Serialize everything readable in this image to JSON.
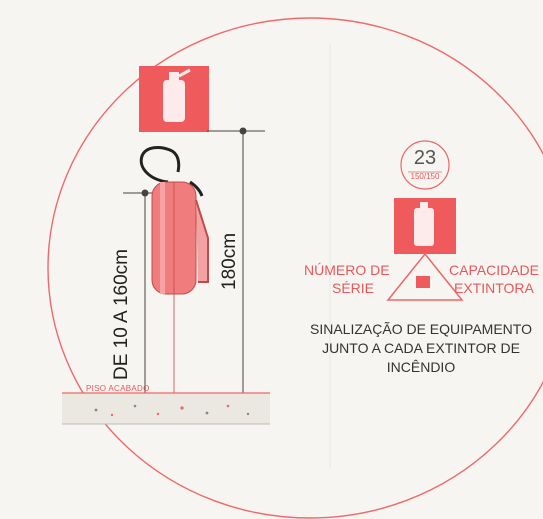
{
  "height_range_label": "DE 10 A 160cm",
  "total_height_label": "180cm",
  "floor_label": "PISO ACABADO",
  "sign": {
    "number": "23",
    "fraction": "150/150",
    "left_label_line1": "NÚMERO DE",
    "left_label_line2": "SÉRIE",
    "right_label_line1": "CAPACIDADE",
    "right_label_line2": "EXTINTORA",
    "note_line1": "SINALIZAÇÃO DE EQUIPAMENTO",
    "note_line2": "JUNTO A CADA EXTINTOR DE",
    "note_line3": "INCÊNDIO"
  },
  "colors": {
    "red": "#e8585a",
    "sign_red": "#ef5b5d",
    "cylinder": "#f07c7d",
    "line": "#444444"
  }
}
